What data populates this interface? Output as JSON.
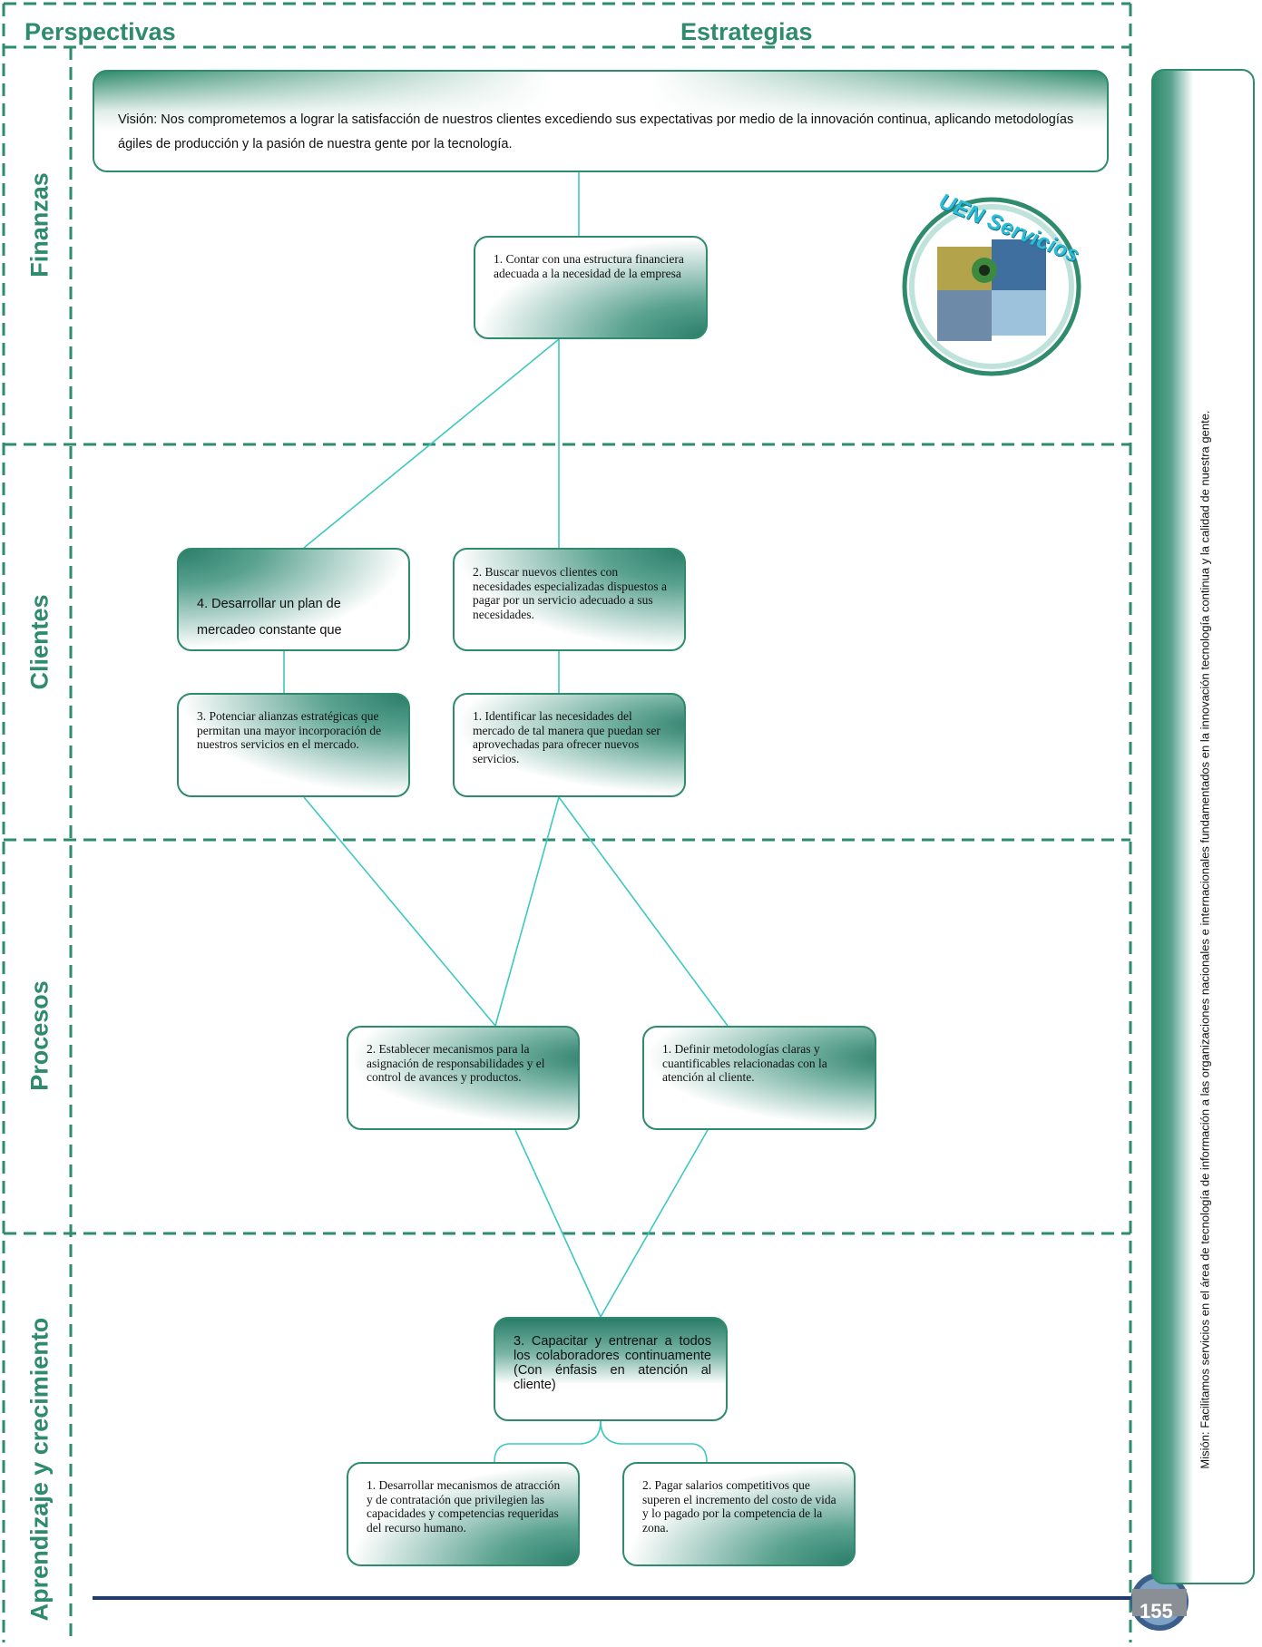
{
  "headers": {
    "left": "Perspectivas",
    "center": "Estrategias"
  },
  "lanes": {
    "finanzas": "Finanzas",
    "clientes": "Clientes",
    "procesos": "Procesos",
    "aprendizaje": "Aprendizaje y crecimiento"
  },
  "vision": "Visión: Nos comprometemos a lograr la satisfacción de nuestros clientes  excediendo sus expectativas por medio  de la innovación  continua,  aplicando metodologías ágiles de producción y la pasión de nuestra gente por la tecnología.",
  "logo": {
    "text": "UEN Servicios"
  },
  "boxes": {
    "fin1": "1. Contar con una estructura financiera  adecuada  a la necesidad de la empresa",
    "cli4": "4.  Desarrollar  un  plan  de mercadeo    constante    que",
    "cli2": "2. Buscar nuevos clientes con necesidades especializadas dispuestos a pagar por un servicio adecuado a sus necesidades.",
    "cli3": "3. Potenciar alianzas estratégicas que permitan una  mayor incorporación de nuestros servicios en el mercado.",
    "cli1": "1. Identificar las necesidades del mercado de tal manera que puedan ser aprovechadas para ofrecer nuevos servicios.",
    "pro2": "2. Establecer mecanismos para la asignación de responsabilidades y el control de avances y productos.",
    "pro1": "1. Definir metodologías claras y cuantificables relacionadas con la atención al cliente.",
    "apr3": "3.  Capacitar  y  entrenar  a todos    los    colaboradores continuamente (Con  énfasis en atención al cliente)",
    "apr1": "1. Desarrollar mecanismos  de atracción y de contratación que privilegien las capacidades y competencias requeridas del recurso humano.",
    "apr2": "2. Pagar salarios competitivos que superen el incremento del costo de vida y lo pagado por la competencia de la zona."
  },
  "mission": "Misión: Facilitamos servicios en el área de tecnología de información a las organizaciones nacionales e  internacionales fundamentados en la innovación tecnología continua y la calidad de nuestra gente.",
  "page_number": "155",
  "colors": {
    "accent": "#2e8b6b",
    "connector": "#3cc8c0",
    "footer_line": "#1f3a6b"
  }
}
